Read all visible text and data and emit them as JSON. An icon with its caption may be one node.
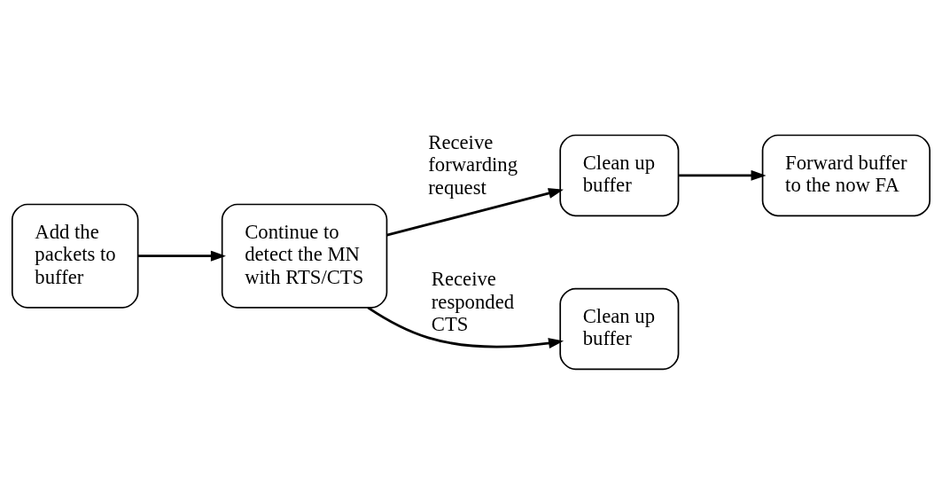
{
  "diagram": {
    "nodes": [
      {
        "text": [
          "Add the packets to buffer"
        ]
      },
      {
        "text": [
          "Continue to detect the MN with RTS/CTS"
        ]
      },
      {
        "text": [
          "Clean up buffer"
        ]
      },
      {
        "text": [
          "Forward buffer to the now FA"
        ]
      },
      {
        "text": [
          "Clean up buffer"
        ]
      }
    ],
    "edges": [
      {
        "from": 0,
        "to": 1,
        "arrow": "to"
      },
      {
        "from": 1,
        "to": 2,
        "arrow": "to",
        "label": "Receive forwarding request"
      },
      {
        "from": 2,
        "to": 3,
        "arrow": "to"
      },
      {
        "from": 1,
        "to": 4,
        "arrow": "to",
        "label": "Receive responded CTS"
      }
    ]
  }
}
